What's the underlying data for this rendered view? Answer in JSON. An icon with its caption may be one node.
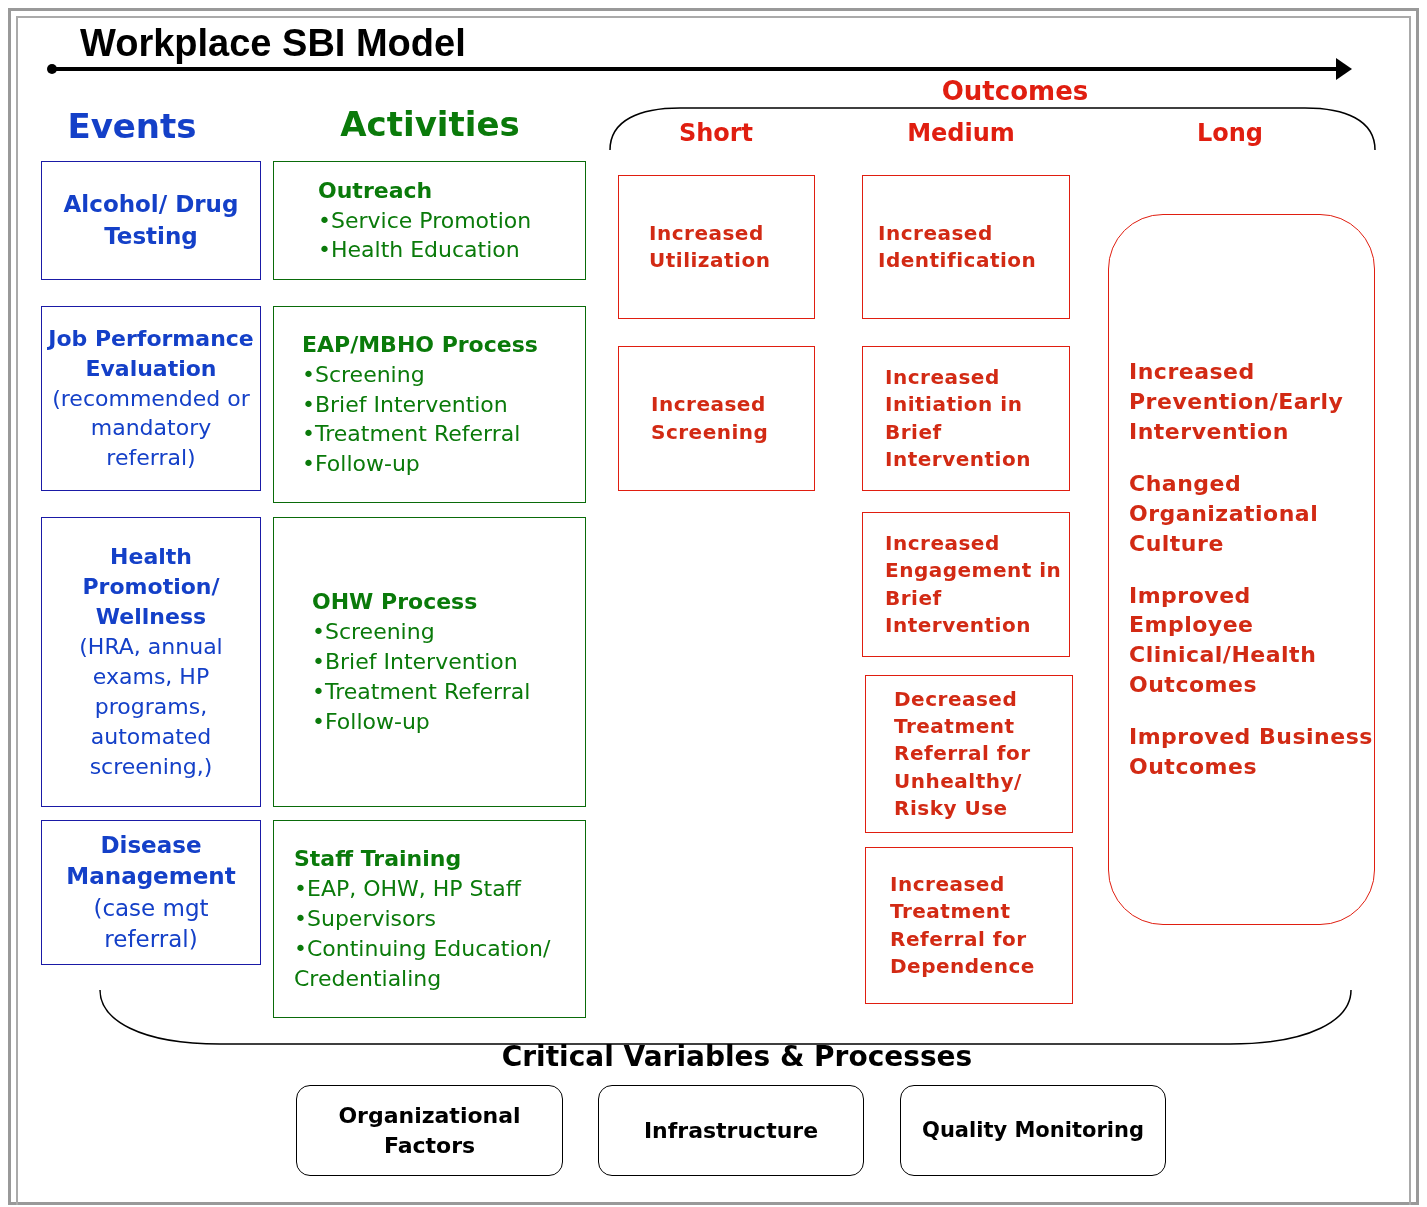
{
  "diagram": {
    "title": "Workplace SBI Model",
    "nodes": [
      {
        "text": [
          "Alcohol/ Drug Testing"
        ]
      },
      {
        "text": [
          "Job Performance Evaluation",
          "(recommended or mandatory referral)"
        ]
      },
      {
        "text": [
          "Health Promotion/ Wellness",
          "(HRA, annual exams, HP programs, automated screening,)"
        ]
      },
      {
        "text": [
          "Disease Management",
          "(case mgt referral)"
        ]
      },
      {
        "text": [
          "Outreach",
          "•Service Promotion",
          "•Health Education"
        ]
      },
      {
        "text": [
          "EAP/MBHO Process",
          "•Screening",
          "•Brief Intervention",
          "•Treatment Referral",
          "•Follow-up"
        ]
      },
      {
        "text": [
          "OHW Process",
          "•Screening",
          "•Brief Intervention",
          "•Treatment Referral",
          "•Follow-up"
        ]
      },
      {
        "text": [
          "Staff Training",
          "•EAP, OHW, HP Staff",
          "•Supervisors",
          "•Continuing Education/ Credentialing"
        ]
      },
      {
        "text": [
          "Increased Utilization"
        ]
      },
      {
        "text": [
          "Increased Screening"
        ]
      },
      {
        "text": [
          "Increased Identification"
        ]
      },
      {
        "text": [
          "Increased Initiation in Brief Intervention"
        ]
      },
      {
        "text": [
          "Increased Engagement in Brief Intervention"
        ]
      },
      {
        "text": [
          "Decreased Treatment Referral for Unhealthy/ Risky Use"
        ]
      },
      {
        "text": [
          "Increased Treatment Referral for Dependence"
        ]
      },
      {
        "text": [
          "Increased Prevention/Early Intervention",
          "Changed Organizational Culture",
          "Improved Employee Clinical/Health Outcomes",
          "Improved Business Outcomes"
        ]
      },
      {
        "text": [
          "Organizational Factors"
        ]
      },
      {
        "text": [
          "Infrastructure"
        ]
      },
      {
        "text": [
          "Quality Monitoring"
        ]
      }
    ],
    "labels": [
      "Events",
      "Activities",
      "Outcomes",
      "Short",
      "Medium",
      "Long",
      "Critical Variables & Processes"
    ]
  }
}
